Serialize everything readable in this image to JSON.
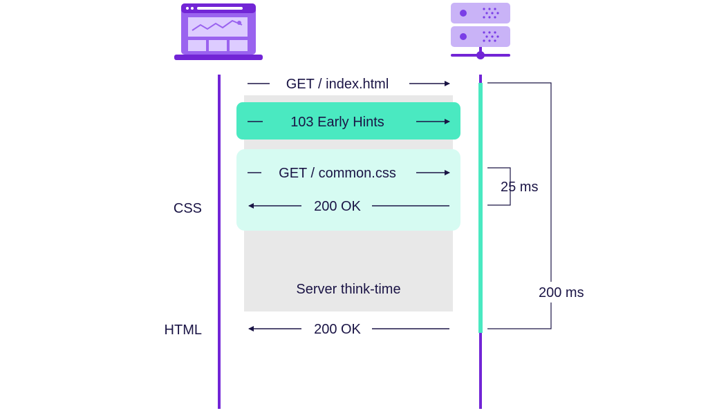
{
  "colors": {
    "primary_purple": "#7225d6",
    "laptop_purple": "#9a63ef",
    "laptop_screen": "#ddccff",
    "server_light": "#c9b3f7",
    "server_dot": "#7a3fe6",
    "teal": "#4ae9c1",
    "teal_light": "#d6fbf2",
    "think_time_gray": "#e8e8e8",
    "text_navy": "#1a1445"
  },
  "icons": {
    "client": "laptop-icon",
    "server": "server-icon"
  },
  "messages": {
    "get_index": "GET / index.html",
    "early_hints": "103 Early Hints",
    "get_css": "GET / common.css",
    "css_ok": "200 OK",
    "think_time": "Server think-time",
    "html_ok": "200 OK"
  },
  "client_labels": {
    "css": "CSS",
    "html": "HTML"
  },
  "timings": {
    "css_round_trip": "25 ms",
    "total": "200 ms"
  }
}
